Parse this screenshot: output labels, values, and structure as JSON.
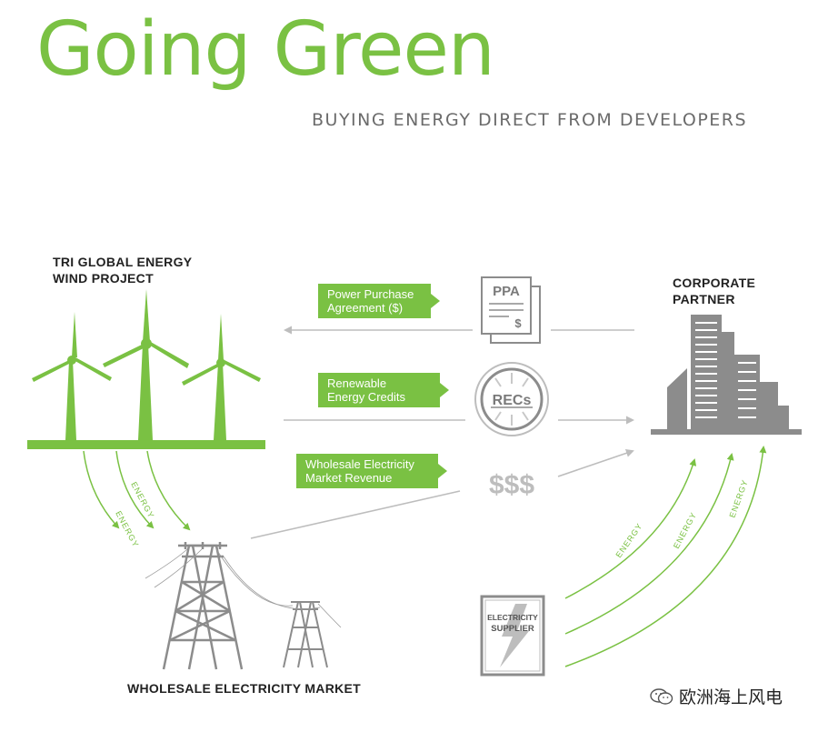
{
  "title": "Going Green",
  "subtitle": "BUYING ENERGY DIRECT FROM DEVELOPERS",
  "wind_project": {
    "line1": "TRI GLOBAL ENERGY",
    "line2": "WIND PROJECT"
  },
  "corporate": {
    "line1": "CORPORATE",
    "line2": "PARTNER"
  },
  "market_label": "WHOLESALE ELECTRICITY MARKET",
  "flows": {
    "ppa": {
      "line1": "Power Purchase",
      "line2": "Agreement  ($)"
    },
    "recs": {
      "line1": "Renewable",
      "line2": "Energy Credits"
    },
    "wholesale": {
      "line1": "Wholesale Electricity",
      "line2": "Market Revenue"
    }
  },
  "icons": {
    "ppa": "PPA",
    "ppa_symbol": "$",
    "recs": "RECs",
    "dollars": "$$$",
    "supplier_line1": "ELECTRICITY",
    "supplier_line2": "SUPPLIER"
  },
  "energy_label": "ENERGY",
  "watermark": "欧洲海上风电",
  "colors": {
    "green": "#7ac143",
    "gray": "#8c8c8c",
    "light_gray": "#bfbfbf",
    "dark": "#222222"
  }
}
